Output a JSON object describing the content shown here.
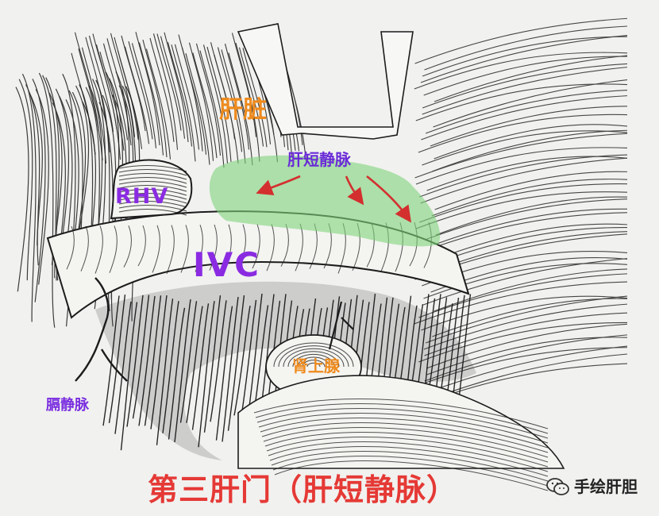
{
  "labels": {
    "liver": "肝脏",
    "short_hepatic_veins": "肝短静脉",
    "rhv": "RHV",
    "ivc": "IVC",
    "adrenal": "肾上腺",
    "phrenic_vein": "膈静脉"
  },
  "title": "第三肝门（肝短静脉）",
  "watermark": {
    "text": "手绘肝胆",
    "icon": "wechat-icon"
  },
  "colors": {
    "highlight": "#7ed47a",
    "arrows": "#d32f2f",
    "ink": "#1c1c1c",
    "purple_label": "#8a2be2",
    "orange_label": "#ee8a1c",
    "title_red": "#e53935"
  }
}
